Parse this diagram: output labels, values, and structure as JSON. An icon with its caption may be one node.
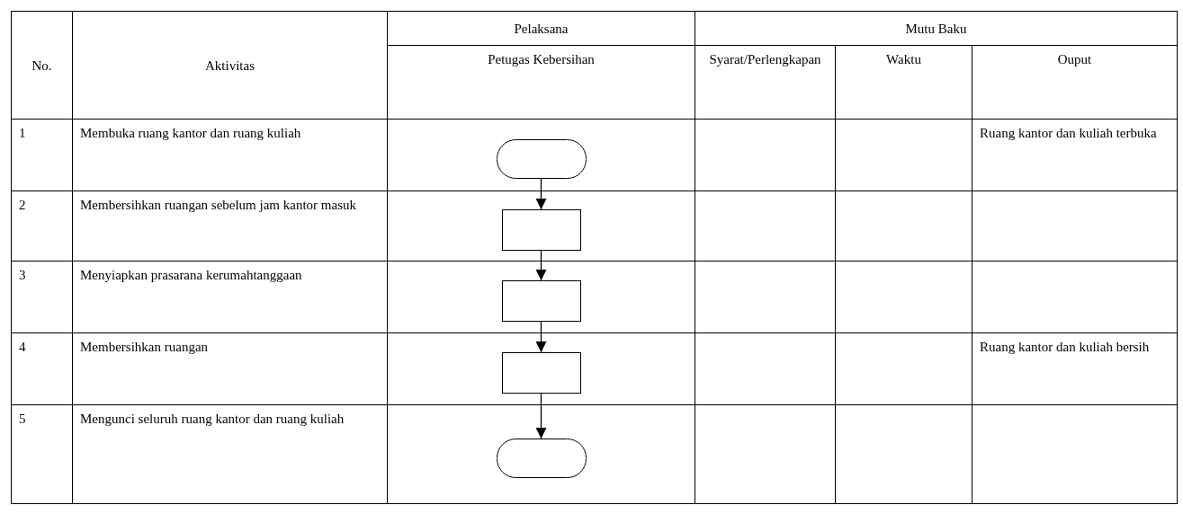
{
  "diagram": {
    "nodes": [
      {
        "text": [],
        "shape": "oval"
      },
      {
        "text": [],
        "shape": "box"
      },
      {
        "text": [],
        "shape": "box"
      },
      {
        "text": [],
        "shape": "box"
      },
      {
        "text": [],
        "shape": "oval"
      }
    ],
    "edges": [
      {
        "from": 0,
        "to": 1,
        "arrow": "to"
      },
      {
        "from": 1,
        "to": 2,
        "arrow": "to"
      },
      {
        "from": 2,
        "to": 3,
        "arrow": "to"
      },
      {
        "from": 3,
        "to": 4,
        "arrow": "to"
      }
    ],
    "labels": [
      "No.",
      "Aktivitas",
      "Pelaksana",
      "Mutu Baku",
      "Petugas Kebersihan",
      "Syarat/Perlengkapan",
      "Waktu",
      "Ouput",
      "1",
      "Membuka ruang kantor dan ruang kuliah",
      "Ruang kantor dan kuliah terbuka",
      "2",
      "Membersihkan ruangan sebelum jam kantor masuk",
      "3",
      "Menyiapkan prasarana kerumahtanggaan",
      "4",
      "Membersihkan ruangan",
      "Ruang kantor dan kuliah bersih",
      "5",
      "Mengunci seluruh ruang kantor dan ruang kuliah"
    ]
  }
}
